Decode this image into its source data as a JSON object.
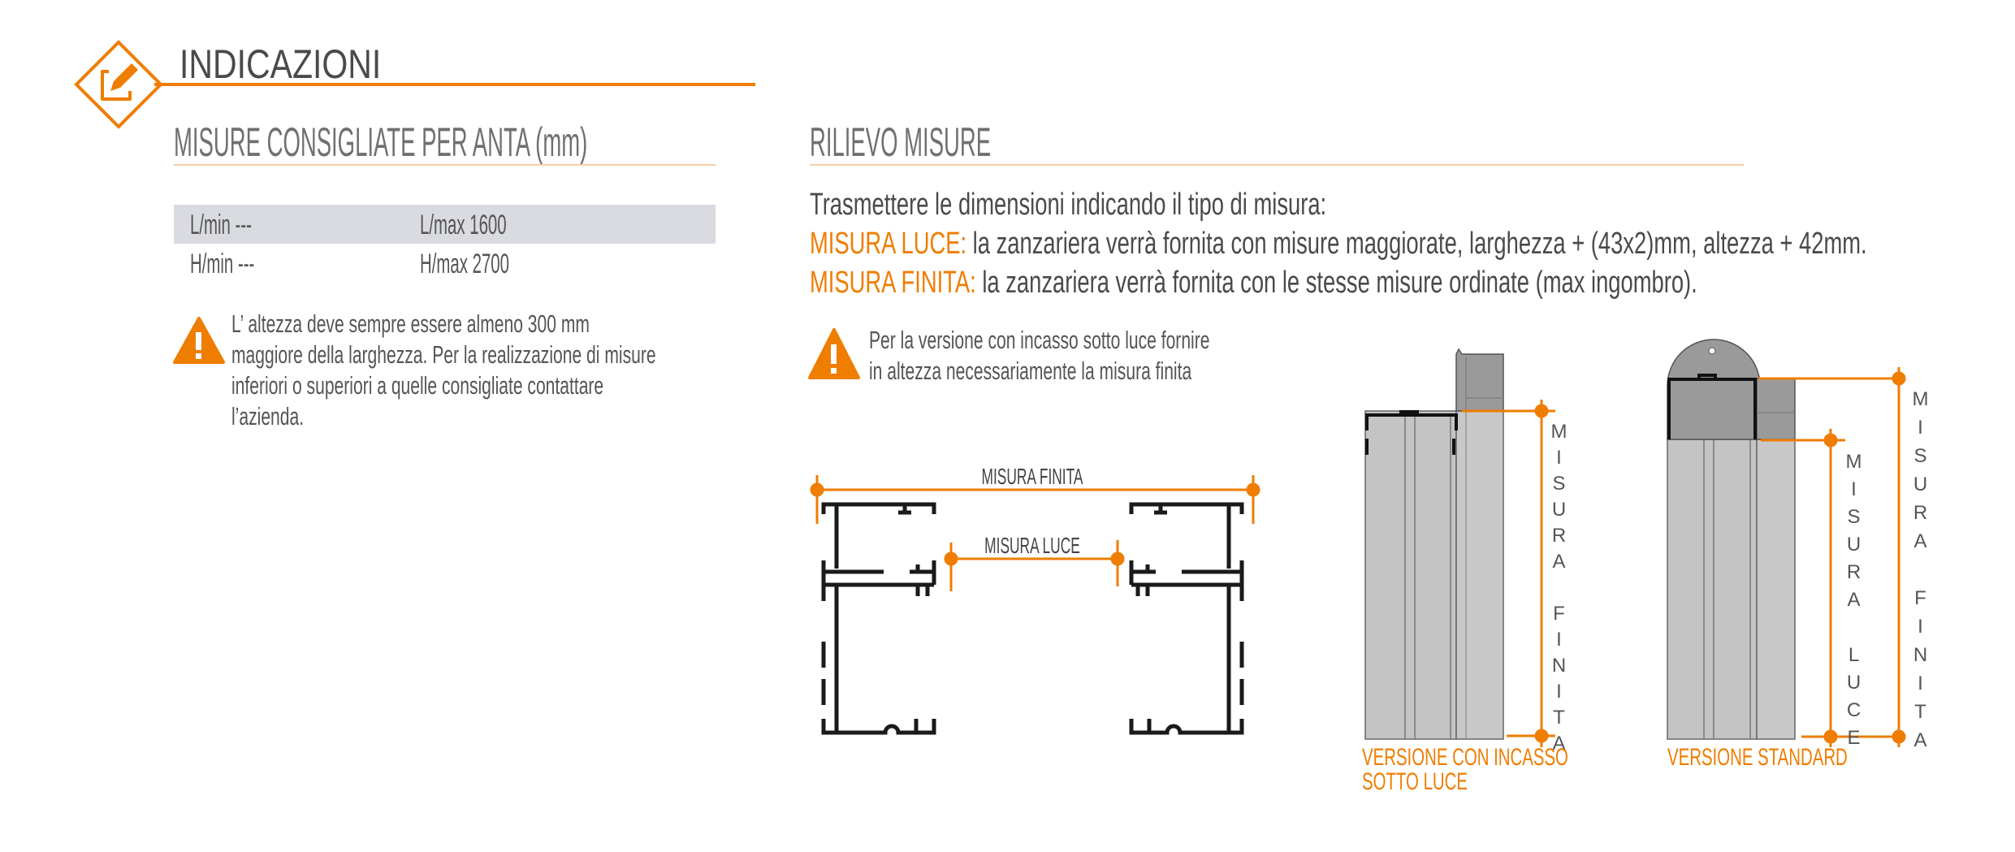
{
  "header": {
    "title": "INDICAZIONI",
    "icon": "edit-pencil-icon",
    "accent": "#ef7d00"
  },
  "left": {
    "heading": "MISURE CONSIGLIATE PER ANTA (mm)",
    "table": [
      [
        "L/min  ---",
        "L/max 1600"
      ],
      [
        "H/min  ---",
        "H/max 2700"
      ]
    ],
    "warning": [
      "L’ altezza deve sempre essere almeno 300 mm",
      "maggiore della larghezza. Per la realizzazione di misure",
      "inferiori o superiori a quelle consigliate contattare",
      "l’azienda."
    ]
  },
  "right": {
    "heading": "RILIEVO MISURE",
    "intro": "Trasmettere le dimensioni indicando il tipo di misura:",
    "luce_label": "MISURA LUCE:",
    "luce_text": " la zanzariera verrà fornita con misure maggiorate, larghezza + (43x2)mm, altezza + 42mm.",
    "finita_label": "MISURA FINITA:",
    "finita_text": " la zanzariera verrà fornita con le stesse misure ordinate (max ingombro).",
    "warning": [
      "Per la versione con incasso sotto luce fornire",
      "in altezza necessariamente la misura finita"
    ]
  },
  "diagrams": {
    "plan": {
      "finita": "MISURA FINITA",
      "luce": "MISURA LUCE"
    },
    "incasso": {
      "dimension": "MISURA FINITA",
      "caption": [
        "VERSIONE CON INCASSO",
        "SOTTO LUCE"
      ]
    },
    "standard": {
      "dimension_luce": "MISURA LUCE",
      "dimension_finita": "MISURA FINITA",
      "caption": "VERSIONE STANDARD"
    }
  }
}
